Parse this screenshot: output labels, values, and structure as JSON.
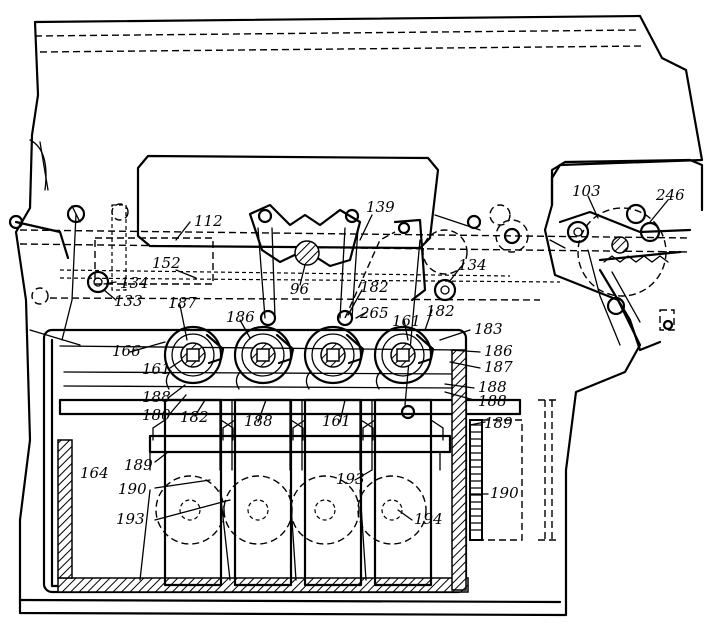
{
  "labels": {
    "l103": "103",
    "l246": "246",
    "l139": "139",
    "l112": "112",
    "l152": "152",
    "l134a": "134",
    "l133": "133",
    "l96": "96",
    "l182a": "182",
    "l265": "265",
    "l134b": "134",
    "l187a": "187",
    "l186a": "186",
    "l161a": "161",
    "l182b": "182",
    "l183": "183",
    "l166": "166",
    "l161b": "161",
    "l186b": "186",
    "l187b": "187",
    "l188a": "188",
    "l188b": "188",
    "l188c": "188",
    "l180": "180",
    "l182c": "182",
    "l188d": "188",
    "l161c": "161",
    "l189a": "189",
    "l164": "164",
    "l189b": "189",
    "l190a": "190",
    "l193a": "193",
    "l193b": "193",
    "l194": "194",
    "l190b": "190"
  }
}
